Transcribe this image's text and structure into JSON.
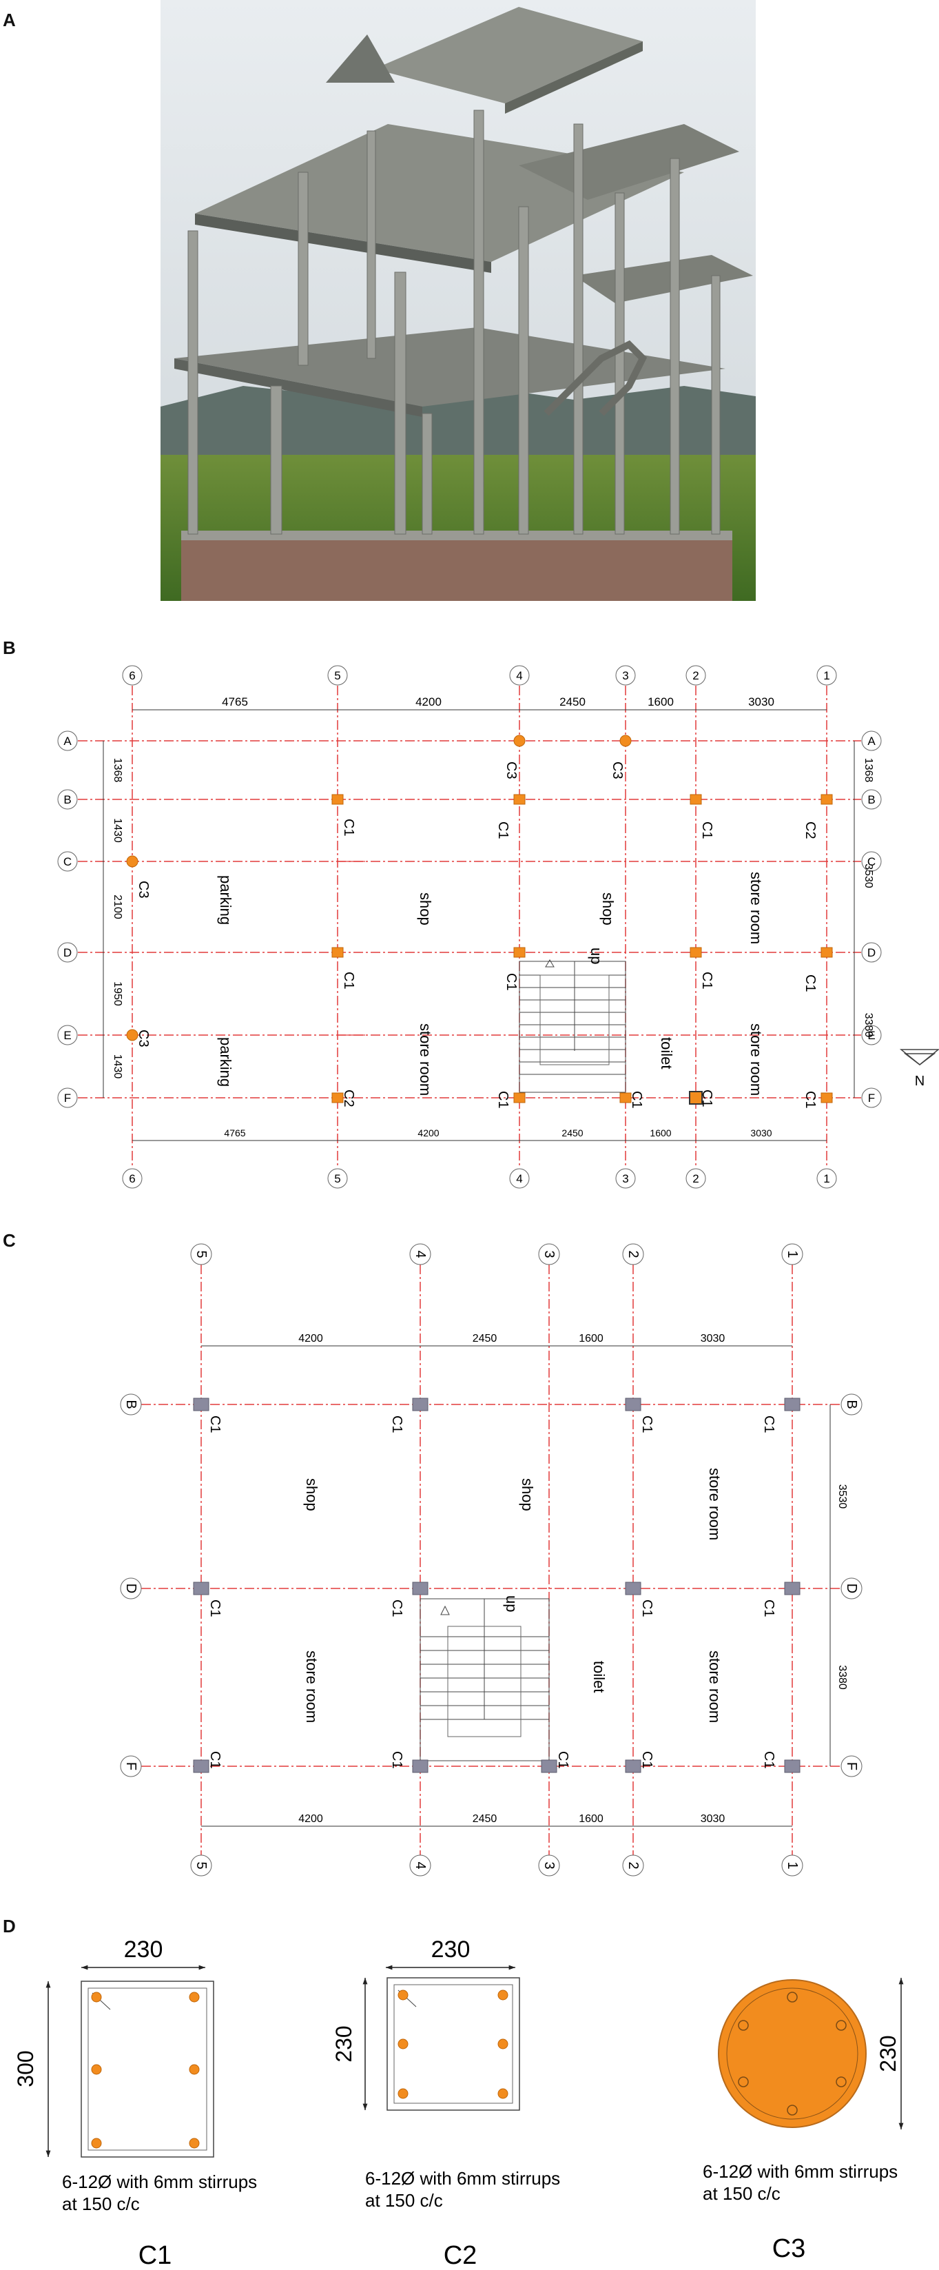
{
  "panels": {
    "a": "A",
    "b": "B",
    "c": "C",
    "d": "D"
  },
  "colors": {
    "grid_line": "#e23a3a",
    "column_orange": "#f28c1e",
    "column_grey": "#8a8a9e",
    "dim_line": "#333333"
  },
  "plan_b": {
    "axes_numbers": [
      "6",
      "5",
      "4",
      "3",
      "2",
      "1"
    ],
    "axes_letters": [
      "A",
      "B",
      "C",
      "D",
      "E",
      "F"
    ],
    "dims_top": [
      "4765",
      "4200",
      "2450",
      "1600",
      "3030"
    ],
    "dims_bottom": [
      "4765",
      "4200",
      "2450",
      "1600",
      "3030"
    ],
    "dims_left": [
      "1368",
      "1430",
      "2100",
      "1950",
      "1430"
    ],
    "dims_right": [
      "1368",
      "3530",
      "3380"
    ],
    "columns": {
      "a4": "C3",
      "a3": "C3",
      "b5": "C1",
      "b4": "C1",
      "b2": "C1",
      "b1": "C2",
      "c6": "C3",
      "d5": "C1",
      "d4": "C1",
      "d2": "C1",
      "d1": "C1",
      "e6": "C3",
      "f5": "C2",
      "f4": "C1",
      "f3": "C1",
      "f2": "C1",
      "f1": "C1"
    },
    "rooms": {
      "parking_1": "parking",
      "parking_2": "parking",
      "shop_1": "shop",
      "shop_2": "shop",
      "store_1": "store room",
      "store_2": "store room",
      "store_3": "store room",
      "toilet": "toilet",
      "up": "up"
    },
    "north": "N"
  },
  "plan_c": {
    "axes_numbers": [
      "5",
      "4",
      "3",
      "2",
      "1"
    ],
    "axes_letters": [
      "B",
      "D",
      "F"
    ],
    "dims_top": [
      "4200",
      "2450",
      "1600",
      "3030"
    ],
    "dims_bottom": [
      "4200",
      "2450",
      "1600",
      "3030"
    ],
    "dims_right": [
      "3530",
      "3380"
    ],
    "columns": {
      "b5": "C1",
      "b4": "C1",
      "b2": "C1",
      "b1": "C1",
      "d5": "C1",
      "d4": "C1",
      "d2": "C1",
      "d1": "C1",
      "f5": "C1",
      "f4": "C1",
      "f3": "C1",
      "f2": "C1",
      "f1": "C1"
    },
    "rooms": {
      "shop_1": "shop",
      "shop_2": "shop",
      "store_1": "store room",
      "store_2": "store room",
      "store_3": "store room",
      "toilet": "toilet",
      "up": "up"
    }
  },
  "sections": [
    {
      "name": "C1",
      "width": "230",
      "depth": "300",
      "note_line1": "6-12Ø with 6mm stirrups",
      "note_line2": "at 150 c/c"
    },
    {
      "name": "C2",
      "width": "230",
      "depth": "230",
      "note_line1": "6-12Ø with 6mm stirrups",
      "note_line2": "at 150 c/c"
    },
    {
      "name": "C3",
      "diameter": "230",
      "note_line1": "6-12Ø with 6mm stirrups",
      "note_line2": "at 150 c/c"
    }
  ]
}
